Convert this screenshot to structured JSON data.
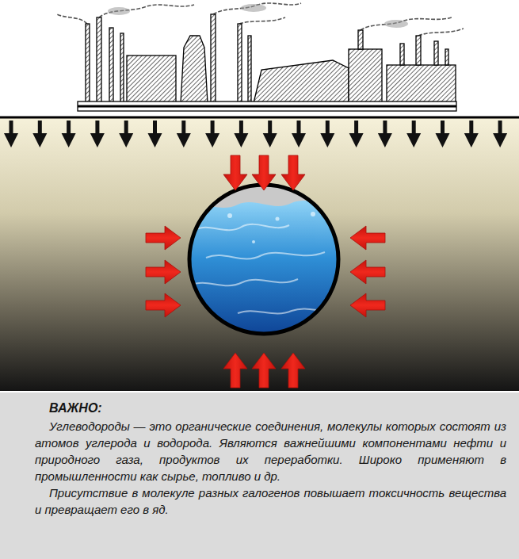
{
  "diagram": {
    "nodes": [
      {
        "text": [
          "ВАЖНО:",
          "Углеводороды — это органические соединения, молекулы которых состоят из атомов углерода и водорода. Являются важнейшими компонентами нефти и природного газа, продуктов их переработки. Широко применяют в промышленности как сырье, топливо и др.",
          "Присутствие в молекуле разных галогенов повышает токсичность вещества и превращает его в яд."
        ]
      }
    ]
  }
}
